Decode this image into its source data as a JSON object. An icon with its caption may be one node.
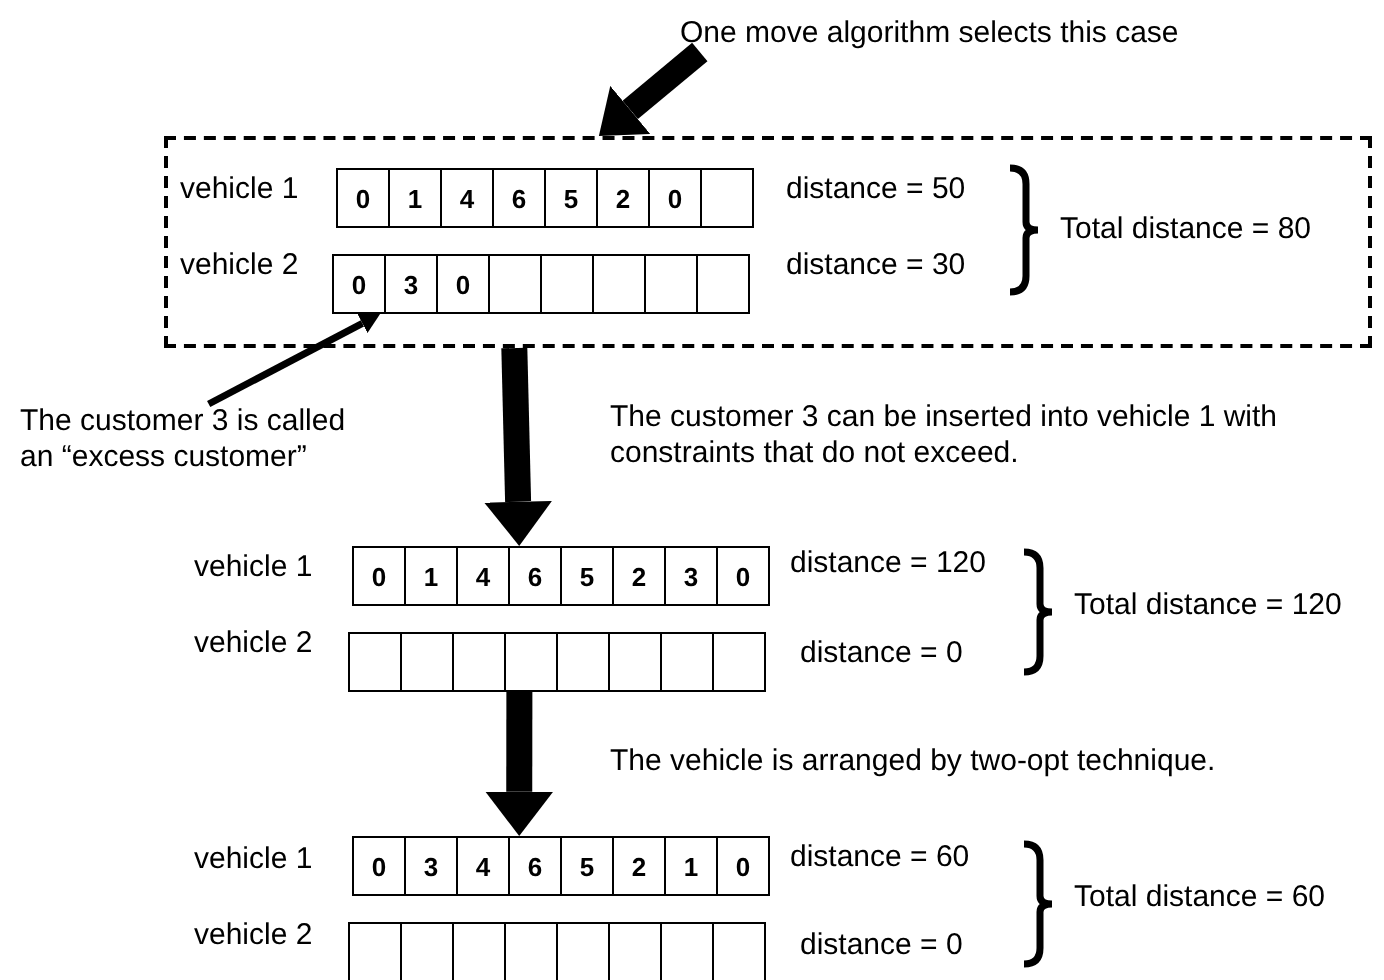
{
  "diagram": {
    "nodes": [
      {
        "text": [
          "One move algorithm selects this case"
        ]
      },
      {
        "text": [],
        "shape": "box"
      },
      {
        "text": [
          "0",
          "1",
          "4",
          "6",
          "5",
          "2",
          "0"
        ],
        "in": 1
      },
      {
        "text": [
          "0",
          "3",
          "0"
        ],
        "in": 1
      },
      {
        "text": [
          "The customer 3 is called an “excess customer”"
        ]
      },
      {
        "text": [
          "0",
          "1",
          "4",
          "6",
          "5",
          "2",
          "3",
          "0"
        ]
      },
      {
        "text": [],
        "shape": "box"
      },
      {
        "text": [
          "0",
          "3",
          "4",
          "6",
          "5",
          "2",
          "1",
          "0"
        ]
      },
      {
        "text": [],
        "shape": "box"
      }
    ],
    "edges": [
      {
        "from": 0,
        "to": 1,
        "arrow": "to"
      },
      {
        "from": 1,
        "to": 5,
        "arrow": "to",
        "label": "The customer 3 can be inserted into vehicle 1 with constraints that do not exceed."
      },
      {
        "from": 6,
        "to": 7,
        "arrow": "to",
        "label": "The vehicle is arranged by two-opt technique."
      },
      {
        "from": 4,
        "to": 3,
        "arrow": "to"
      }
    ],
    "labels": [
      "vehicle 1",
      "vehicle 2",
      "distance = 50",
      "distance = 30",
      "Total distance = 80",
      "vehicle 1",
      "vehicle 2",
      "distance = 120",
      "distance = 0",
      "Total distance = 120",
      "vehicle 1",
      "vehicle 2",
      "distance = 60",
      "distance = 0",
      "Total distance = 60"
    ]
  }
}
